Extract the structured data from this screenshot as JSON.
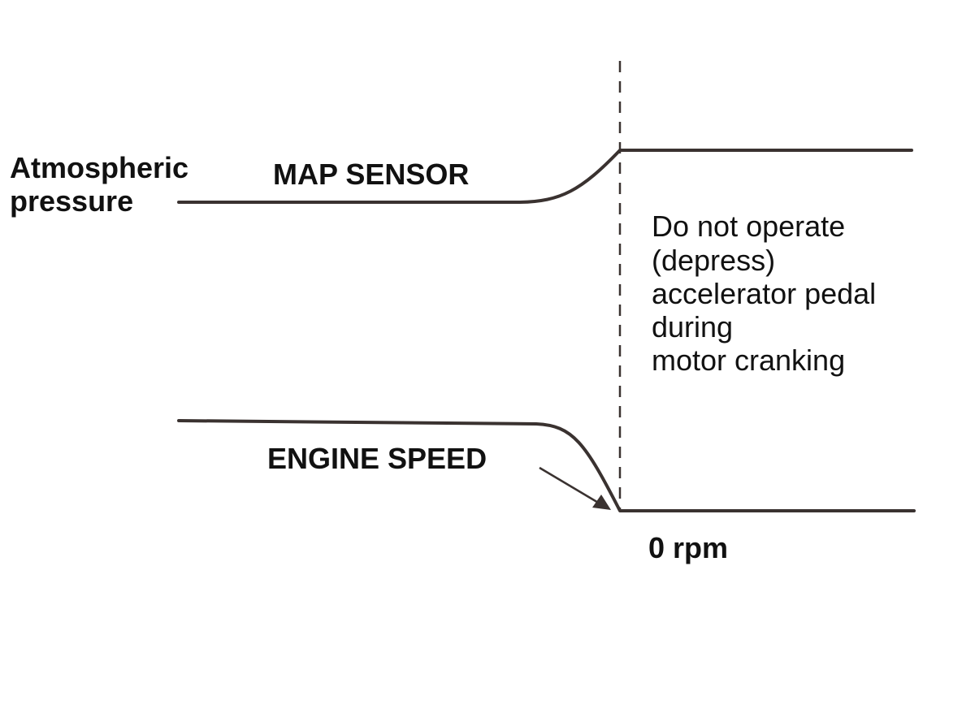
{
  "labels": {
    "atmospheric_line1": "Atmospheric",
    "atmospheric_line2": "pressure",
    "map_sensor": "MAP SENSOR",
    "engine_speed": "ENGINE SPEED",
    "zero_rpm": "0 rpm",
    "note_lines": [
      "Do not operate",
      "(depress)",
      "accelerator pedal",
      "during",
      "motor cranking"
    ]
  },
  "colors": {
    "line": "#3a3230",
    "text": "#111111",
    "background": "#ffffff"
  }
}
